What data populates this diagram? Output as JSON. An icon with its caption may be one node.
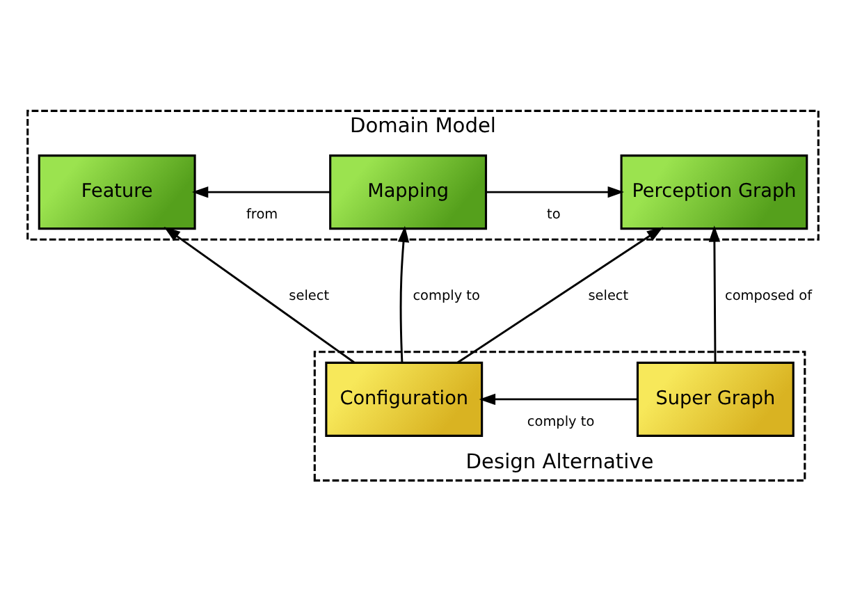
{
  "diagram": {
    "nodes": [
      {
        "text": [
          "Domain Model"
        ]
      },
      {
        "text": [
          "Feature"
        ],
        "in": 0
      },
      {
        "text": [
          "Mapping"
        ],
        "in": 0
      },
      {
        "text": [
          "Perception Graph"
        ],
        "in": 0
      },
      {
        "text": [
          "Design Alternative"
        ]
      },
      {
        "text": [
          "Configuration"
        ],
        "in": 4
      },
      {
        "text": [
          "Super Graph"
        ],
        "in": 4
      }
    ],
    "edges": [
      {
        "from": 2,
        "to": 1,
        "arrow": "to",
        "label": "from"
      },
      {
        "from": 2,
        "to": 3,
        "arrow": "to",
        "label": "to"
      },
      {
        "from": 5,
        "to": 1,
        "arrow": "to",
        "label": "select"
      },
      {
        "from": 5,
        "to": 2,
        "arrow": "to",
        "label": "comply to"
      },
      {
        "from": 5,
        "to": 3,
        "arrow": "to",
        "label": "select"
      },
      {
        "from": 6,
        "to": 5,
        "arrow": "to",
        "label": "comply to"
      },
      {
        "from": 6,
        "to": 3,
        "arrow": "to",
        "label": "composed of"
      }
    ]
  }
}
